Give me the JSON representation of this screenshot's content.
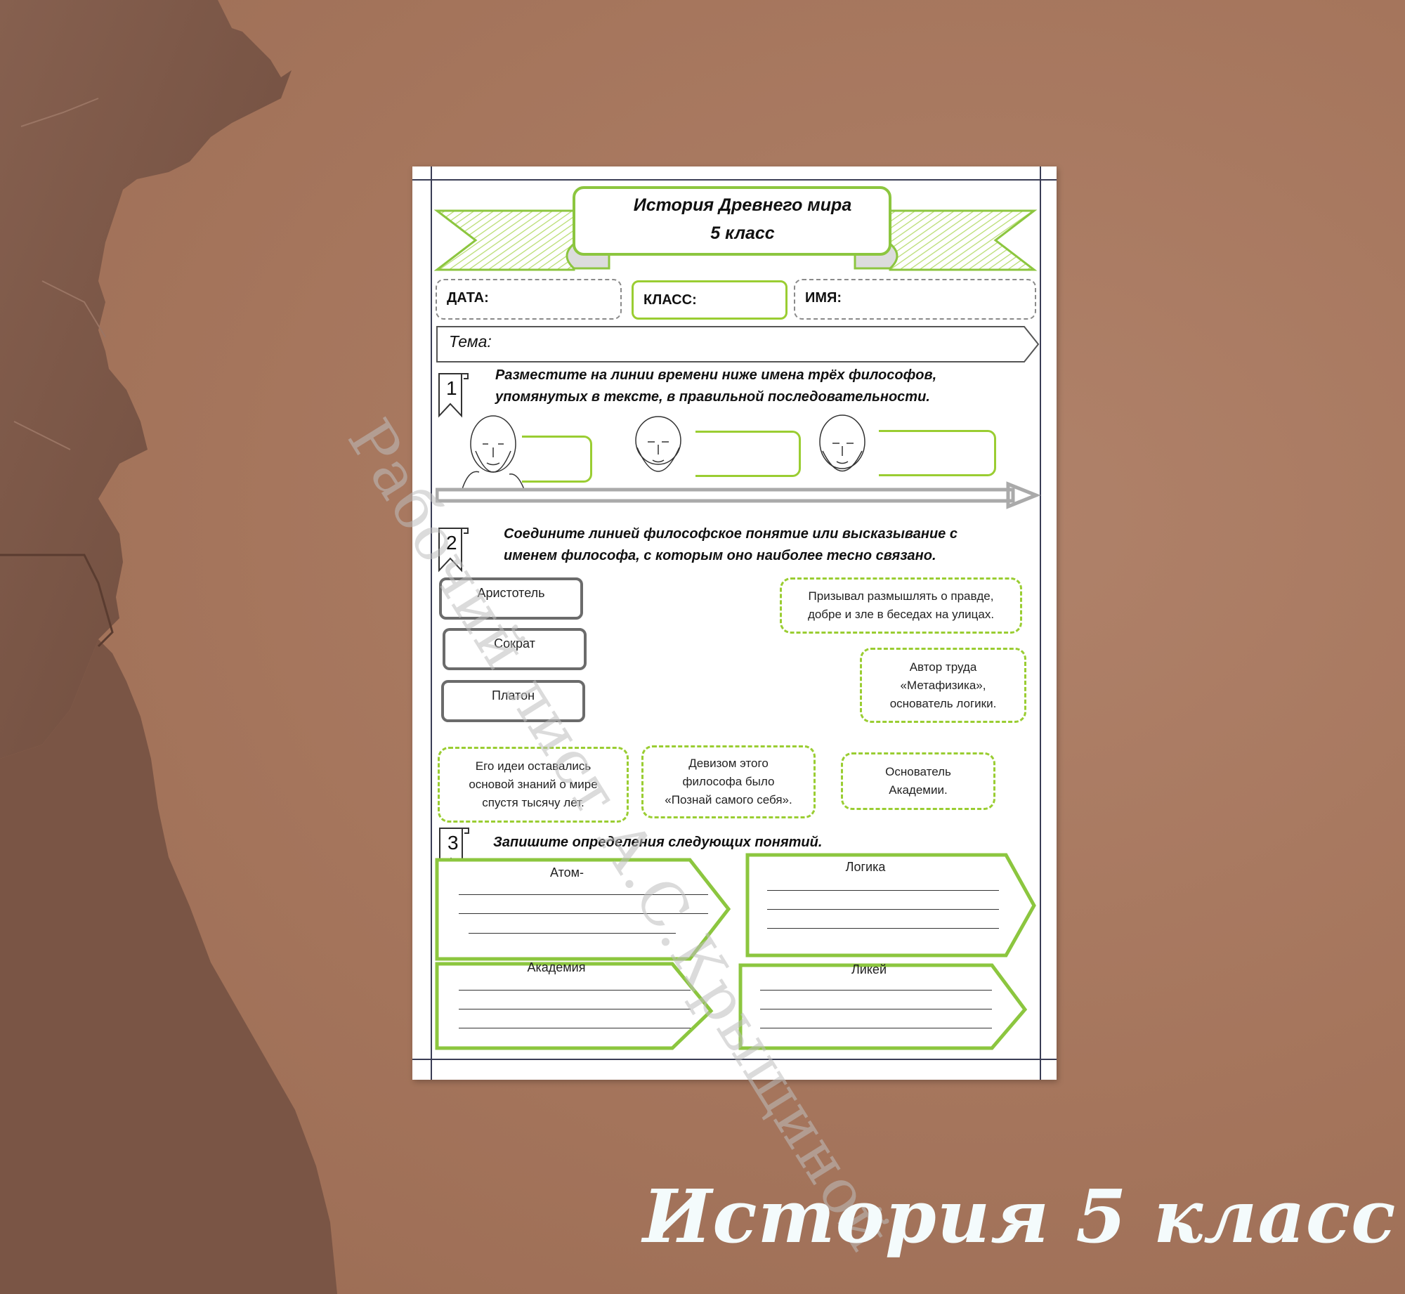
{
  "background": {
    "color": "#a8785f",
    "rock_color": "#7a5647"
  },
  "worksheet": {
    "banner": {
      "line1": "История Древнего мира",
      "line2": "5 класс",
      "accent_color": "#8cc63f"
    },
    "fields": {
      "date_label": "ДАТА:",
      "class_label": "КЛАСС:",
      "name_label": "ИМЯ:",
      "topic_label": "Тема:"
    },
    "task1": {
      "number": "1",
      "instruction_line1": "Разместите на линии времени ниже имена трёх философов,",
      "instruction_line2": "упомянутых в тексте, в правильной последовательности.",
      "portraits": [
        "philosopher-portrait-1",
        "philosopher-portrait-2",
        "philosopher-portrait-3"
      ]
    },
    "task2": {
      "number": "2",
      "instruction_line1": "Соедините линией философское понятие или высказывание с",
      "instruction_line2": "именем философа, с которым оно наиболее тесно связано.",
      "names": [
        "Аристотель",
        "Сократ",
        "Платон"
      ],
      "statements": [
        {
          "line1": "Призывал размышлять о правде,",
          "line2": "добре и зле в беседах на улицах.",
          "line3": ""
        },
        {
          "line1": "Автор труда",
          "line2": "«Метафизика»,",
          "line3": "основатель логики."
        },
        {
          "line1": "Его идеи оставались",
          "line2": "основой знаний о мире",
          "line3": "спустя тысячу лет."
        },
        {
          "line1": "Девизом этого",
          "line2": "философа было",
          "line3": "«Познай самого себя»."
        },
        {
          "line1": "Основатель",
          "line2": "Академии.",
          "line3": ""
        }
      ]
    },
    "task3": {
      "number": "3",
      "instruction": "Запишите определения следующих понятий.",
      "terms": [
        "Атом-",
        "Логика",
        "Академия",
        "Ликей"
      ]
    },
    "watermark": "Рабочий лист А.С.Крыщиной"
  },
  "footer": {
    "title": "История 5 класс"
  }
}
